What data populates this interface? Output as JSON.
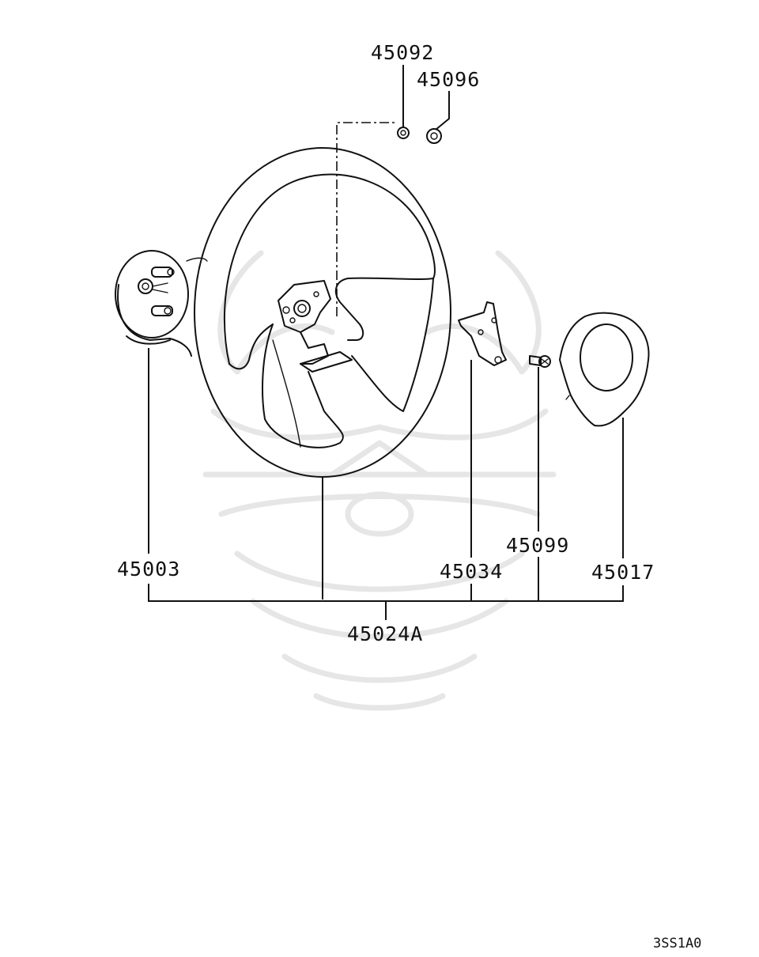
{
  "diagram": {
    "parts": [
      {
        "id": "45092",
        "label": "45092"
      },
      {
        "id": "45096",
        "label": "45096"
      },
      {
        "id": "45003",
        "label": "45003"
      },
      {
        "id": "45034",
        "label": "45034"
      },
      {
        "id": "45099",
        "label": "45099"
      },
      {
        "id": "45017",
        "label": "45017"
      },
      {
        "id": "45024A",
        "label": "45024A"
      }
    ],
    "diagram_code": "3SS1A0",
    "colors": {
      "line": "#111111",
      "watermark": "#e6e6e6",
      "background": "#ffffff"
    }
  }
}
